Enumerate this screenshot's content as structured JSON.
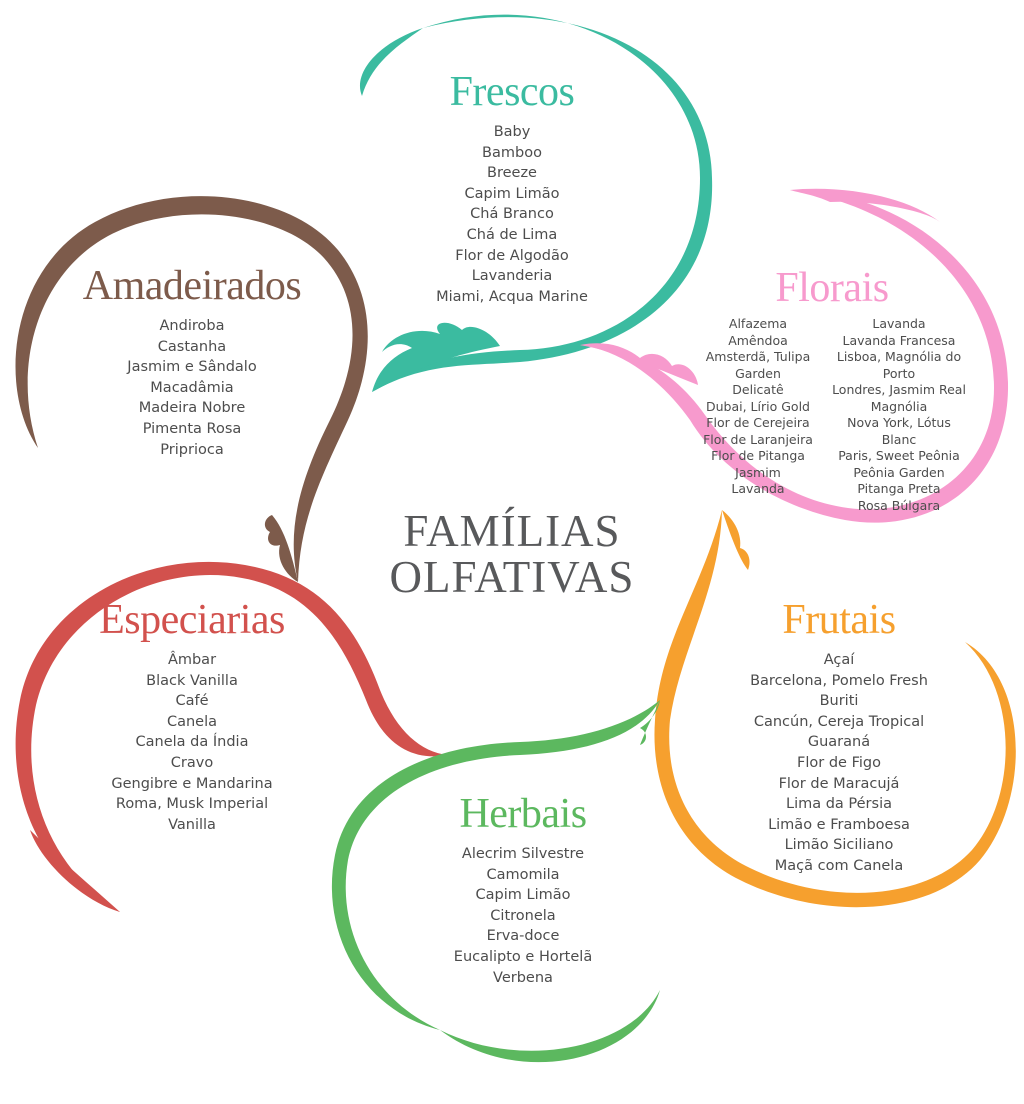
{
  "center": {
    "line1": "FAMÍLIAS",
    "line2": "OLFATIVAS"
  },
  "colors": {
    "frescos": "#3bbba0",
    "amadeirados": "#7d5b4b",
    "florais": "#f79acd",
    "especiarias": "#d2514d",
    "frutais": "#f6a02e",
    "herbais": "#5cb85f",
    "center": "#58595b"
  },
  "families": {
    "frescos": {
      "title": "Frescos",
      "items": [
        "Baby",
        "Bamboo",
        "Breeze",
        "Capim Limão",
        "Chá Branco",
        "Chá de Lima",
        "Flor de Algodão",
        "Lavanderia",
        "Miami, Acqua Marine"
      ]
    },
    "amadeirados": {
      "title": "Amadeirados",
      "items": [
        "Andiroba",
        "Castanha",
        "Jasmim e Sândalo",
        "Macadâmia",
        "Madeira Nobre",
        "Pimenta Rosa",
        "Priprioca"
      ]
    },
    "florais": {
      "title": "Florais",
      "col1": [
        "Alfazema",
        "Amêndoa",
        "Amsterdã, Tulipa Garden",
        "Delicatê",
        "Dubai, Lírio Gold",
        "Flor de Cerejeira",
        "Flor de Laranjeira",
        "Flor de Pitanga",
        "Jasmim",
        "Lavanda"
      ],
      "col2": [
        "Lavanda",
        "Lavanda Francesa",
        "Lisboa, Magnólia do Porto",
        "Londres, Jasmim Real",
        "Magnólia",
        "Nova York, Lótus Blanc",
        "Paris, Sweet Peônia",
        "Peônia Garden",
        "Pitanga Preta",
        "Rosa Búlgara"
      ]
    },
    "especiarias": {
      "title": "Especiarias",
      "items": [
        "Âmbar",
        "Black Vanilla",
        "Café",
        "Canela",
        "Canela da Índia",
        "Cravo",
        "Gengibre e Mandarina",
        "Roma, Musk Imperial",
        "Vanilla"
      ]
    },
    "frutais": {
      "title": "Frutais",
      "items": [
        "Açaí",
        "Barcelona, Pomelo Fresh",
        "Buriti",
        "Cancún, Cereja Tropical",
        "Guaraná",
        "Flor de Figo",
        "Flor de Maracujá",
        "Lima da Pérsia",
        "Limão e Framboesa",
        "Limão Siciliano",
        "Maçã com Canela"
      ]
    },
    "herbais": {
      "title": "Herbais",
      "items": [
        "Alecrim Silvestre",
        "Camomila",
        "Capim Limão",
        "Citronela",
        "Erva-doce",
        "Eucalipto e Hortelã",
        "Verbena"
      ]
    }
  }
}
